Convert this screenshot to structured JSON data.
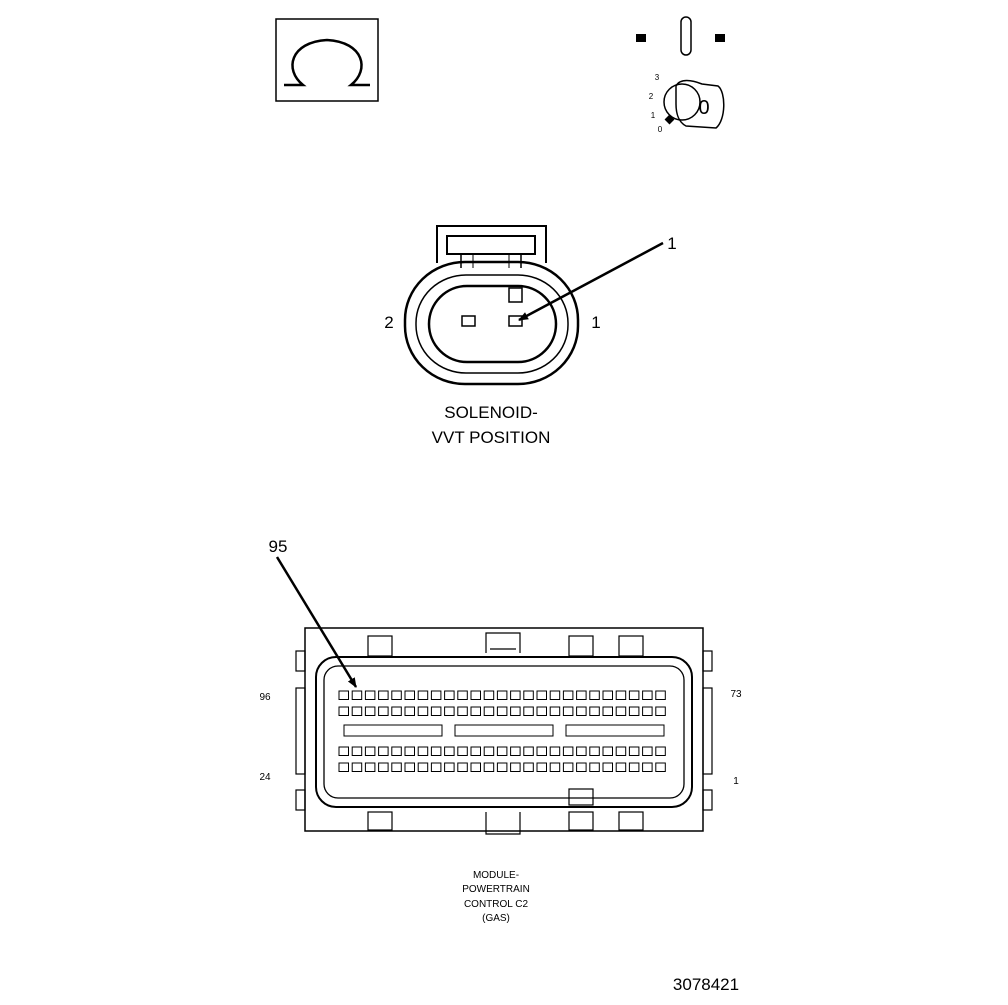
{
  "symbols": {
    "omega_icon": "omega-icon",
    "ignition_icon": "ignition-key-icon",
    "ignition_positions": [
      "3",
      "2",
      "1",
      "0"
    ],
    "key_label": "0"
  },
  "solenoid": {
    "callout": "1",
    "pin_left": "2",
    "pin_right": "1",
    "title_line1": "SOLENOID-",
    "title_line2": "VVT POSITION"
  },
  "pcm": {
    "callout": "95",
    "corner_top_left": "96",
    "corner_bottom_left": "24",
    "corner_top_right": "73",
    "corner_bottom_right": "1",
    "title_line1": "MODULE-",
    "title_line2": "POWERTRAIN",
    "title_line3": "CONTROL C2",
    "title_line4": "(GAS)"
  },
  "figure_id": "3078421"
}
